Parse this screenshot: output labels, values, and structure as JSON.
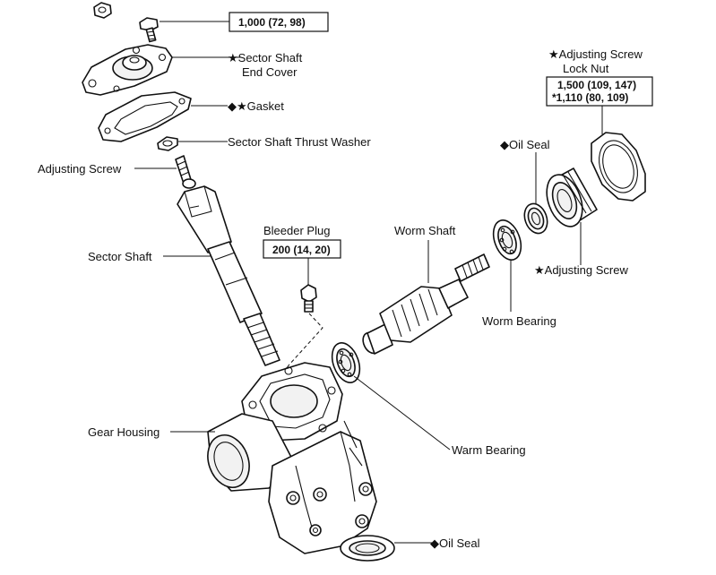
{
  "torque_specs": {
    "cover_bolt": "1,000 (72, 98)",
    "bleeder_plug": "200 (14, 20)",
    "lock_nut_line1": "1,500 (109, 147)",
    "lock_nut_line2": "*1,110 (80, 109)"
  },
  "labels": {
    "sector_shaft_end_cover_line1": "★Sector Shaft",
    "sector_shaft_end_cover_line2": "End Cover",
    "gasket": "◆★Gasket",
    "sector_shaft_thrust_washer": "Sector Shaft Thrust Washer",
    "adjusting_screw_left": "Adjusting Screw",
    "sector_shaft": "Sector Shaft",
    "bleeder_plug": "Bleeder Plug",
    "worm_shaft": "Worm Shaft",
    "gear_housing": "Gear Housing",
    "warm_bearing": "Warm Bearing",
    "oil_seal_bottom": "◆Oil Seal",
    "oil_seal_top": "◆Oil Seal",
    "worm_bearing": "Worm Bearing",
    "adjusting_screw_right": "★Adjusting Screw",
    "lock_nut_line1": "★Adjusting Screw",
    "lock_nut_line2": "Lock Nut"
  }
}
